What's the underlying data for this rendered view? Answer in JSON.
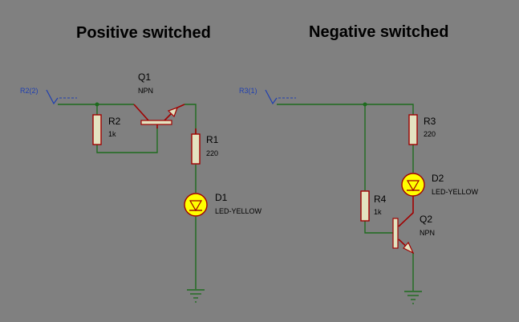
{
  "titles": {
    "left": "Positive switched",
    "right": "Negative switched"
  },
  "left": {
    "terminal": "R2(2)",
    "q1": {
      "name": "Q1",
      "type": "NPN"
    },
    "r2": {
      "name": "R2",
      "value": "1k"
    },
    "r1": {
      "name": "R1",
      "value": "220"
    },
    "d1": {
      "name": "D1",
      "value": "LED-YELLOW"
    }
  },
  "right": {
    "terminal": "R3(1)",
    "r3": {
      "name": "R3",
      "value": "220"
    },
    "d2": {
      "name": "D2",
      "value": "LED-YELLOW"
    },
    "r4": {
      "name": "R4",
      "value": "1k"
    },
    "q2": {
      "name": "Q2",
      "type": "NPN"
    }
  },
  "colors": {
    "background": "#808080",
    "wire": "#1e6b1e",
    "component": "#a00000",
    "led": "#ffff00",
    "terminal": "#1f3fb0"
  }
}
